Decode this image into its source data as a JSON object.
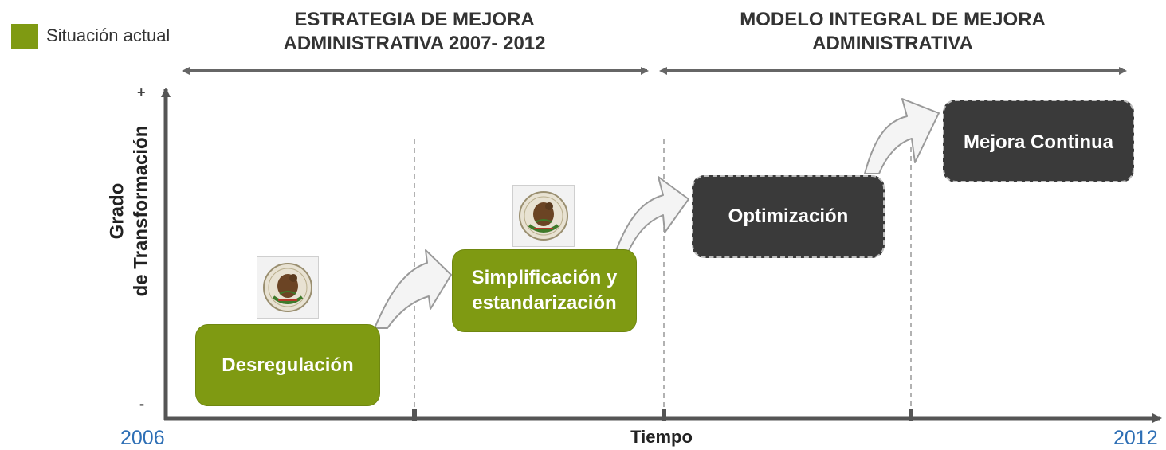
{
  "legend": {
    "swatch_color": "#7f9a12",
    "label": "Situación actual"
  },
  "phases": [
    {
      "title_line1": "ESTRATEGIA DE MEJORA",
      "title_line2": "ADMINISTRATIVA 2007- 2012"
    },
    {
      "title_line1": "MODELO INTEGRAL DE MEJORA",
      "title_line2": "ADMINISTRATIVA"
    }
  ],
  "axes": {
    "y_title_line1": "Grado",
    "y_title_line2": "de Transformación",
    "y_max_marker": "+",
    "y_min_marker": "-",
    "x_title": "Tiempo",
    "x_start": "2006",
    "x_end": "2012"
  },
  "stages": [
    {
      "label": "Desregulación",
      "status": "current",
      "has_seal": true,
      "color": "#7f9a12"
    },
    {
      "label_line1": "Simplificación y",
      "label_line2": "estandarización",
      "status": "current",
      "has_seal": true,
      "color": "#7f9a12"
    },
    {
      "label": "Optimización",
      "status": "future",
      "has_seal": false,
      "color": "#3a3a3a"
    },
    {
      "label": "Mejora Continua",
      "status": "future",
      "has_seal": false,
      "color": "#3a3a3a"
    }
  ],
  "colors": {
    "axis": "#555555",
    "connector_fill": "#f4f4f4",
    "year_text": "#2e6fb5"
  }
}
